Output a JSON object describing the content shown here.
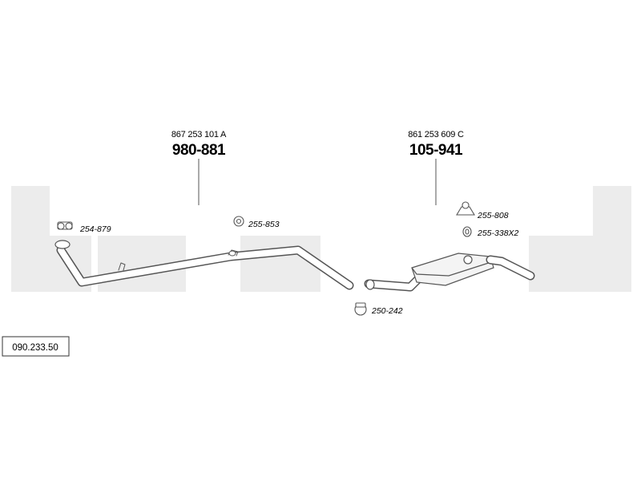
{
  "watermark": {
    "letters": [
      "b",
      "o",
      "s",
      "a",
      "l"
    ],
    "color": "#ececec"
  },
  "pipe": {
    "oem_number": "867 253 101 A",
    "part_number": "980-881"
  },
  "muffler": {
    "oem_number": "861 253 609 C",
    "part_number": "105-941"
  },
  "fittings": {
    "clamp_front": "254-879",
    "ring_middle": "255-853",
    "clamp_joint": "250-242",
    "hanger": "255-808",
    "rubber_ring": "255-338X2"
  },
  "catalog_number": "090.233.50",
  "colors": {
    "line": "#555555",
    "text": "#1a1a1a",
    "part_fill": "#f4f4f4"
  }
}
